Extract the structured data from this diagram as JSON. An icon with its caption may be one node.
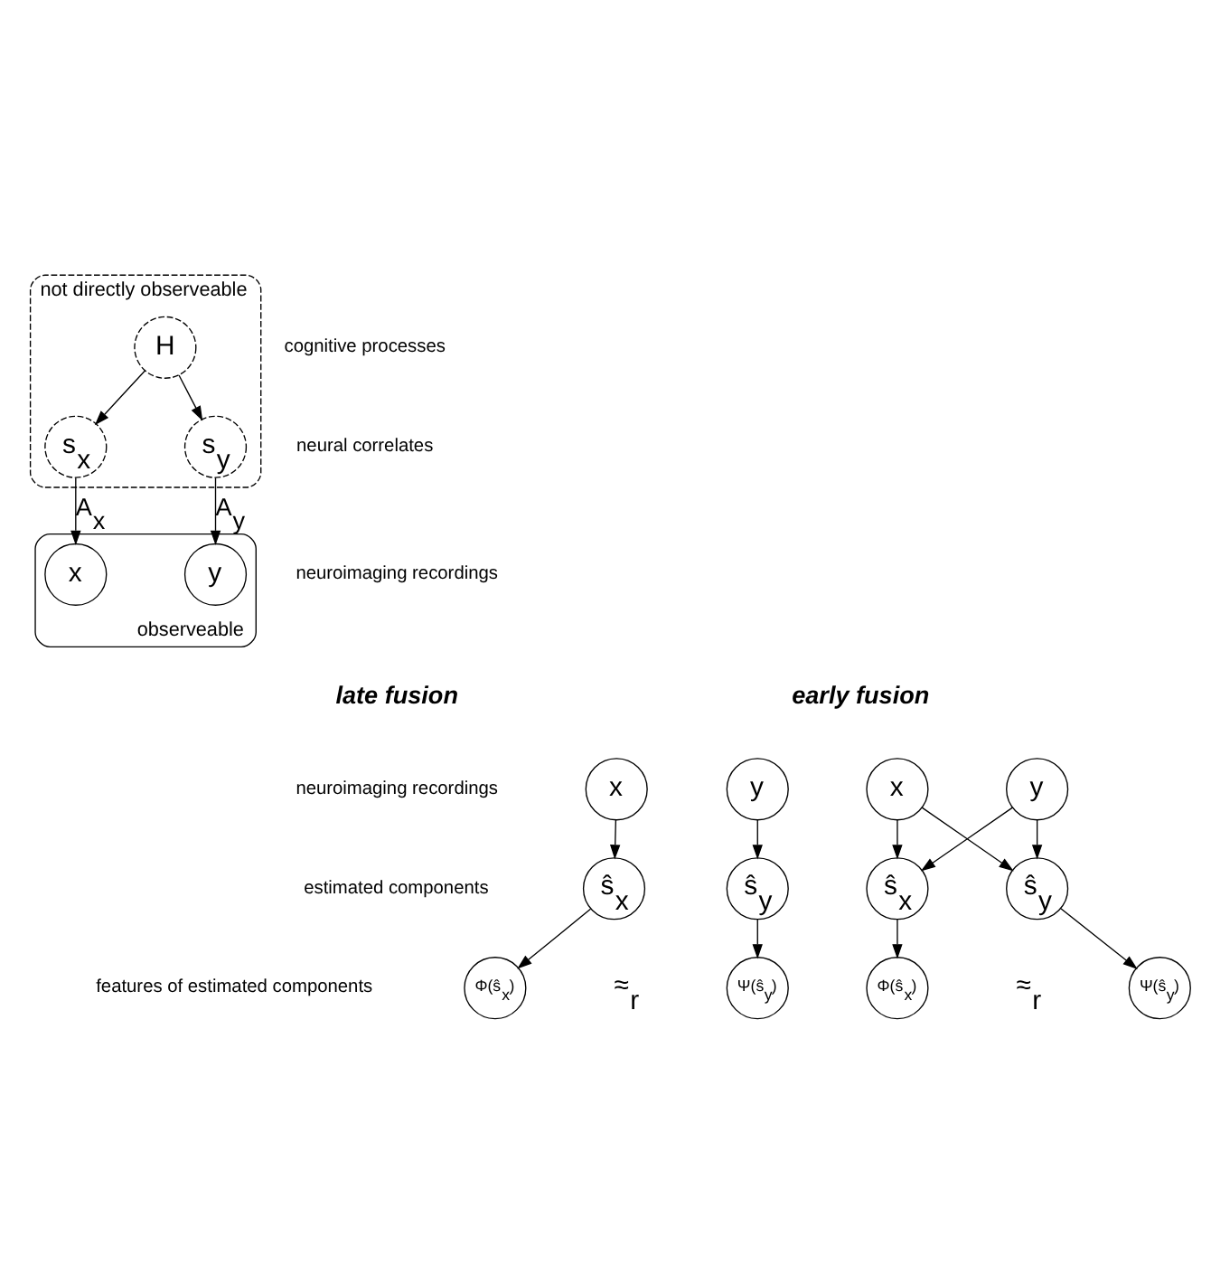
{
  "diagram": {
    "nodes": [
      {
        "text": [
          "not directly observeable"
        ]
      },
      {
        "text": [
          "H"
        ],
        "in": 0
      },
      {
        "text": [
          "s$_{x}$"
        ],
        "in": 0
      },
      {
        "text": [
          "s$_{y}$"
        ],
        "in": 0
      },
      {
        "text": [
          "observeable"
        ]
      },
      {
        "text": [
          "x"
        ],
        "in": 4
      },
      {
        "text": [
          "y"
        ],
        "in": 4
      },
      {
        "text": [
          "x"
        ]
      },
      {
        "text": [
          "y"
        ]
      },
      {
        "text": [
          "ŝ$_{x}$"
        ]
      },
      {
        "text": [
          "ŝ$_{y}$"
        ]
      },
      {
        "text": [
          "Φ(ŝ$_{x}$)"
        ]
      },
      {
        "text": [
          "Ψ(ŝ$_{y}$)"
        ]
      },
      {
        "text": [
          "x"
        ]
      },
      {
        "text": [
          "y"
        ]
      },
      {
        "text": [
          "ŝ$_{x}$"
        ]
      },
      {
        "text": [
          "ŝ$_{y}$"
        ]
      },
      {
        "text": [
          "Φ(ŝ$_{x}$)"
        ]
      },
      {
        "text": [
          "Ψ(ŝ$_{y}$)"
        ]
      }
    ],
    "edges": [
      {
        "from": 1,
        "to": 2,
        "arrow": "to"
      },
      {
        "from": 1,
        "to": 3,
        "arrow": "to"
      },
      {
        "from": 2,
        "to": 5,
        "arrow": "to",
        "label": "A$_{x}$"
      },
      {
        "from": 3,
        "to": 6,
        "arrow": "to",
        "label": "A$_{y}$"
      },
      {
        "from": 7,
        "to": 9,
        "arrow": "to"
      },
      {
        "from": 8,
        "to": 10,
        "arrow": "to"
      },
      {
        "from": 9,
        "to": 11,
        "arrow": "to"
      },
      {
        "from": 10,
        "to": 12,
        "arrow": "to"
      },
      {
        "from": 13,
        "to": 15,
        "arrow": "to"
      },
      {
        "from": 13,
        "to": 16,
        "arrow": "to"
      },
      {
        "from": 14,
        "to": 15,
        "arrow": "to"
      },
      {
        "from": 14,
        "to": 16,
        "arrow": "to"
      },
      {
        "from": 15,
        "to": 17,
        "arrow": "to"
      },
      {
        "from": 16,
        "to": 18,
        "arrow": "to"
      }
    ],
    "labels": [
      "cognitive processes",
      "neural correlates",
      "neuroimaging recordings",
      "late fusion",
      "early fusion",
      "neuroimaging recordings",
      "estimated components",
      "features of estimated components",
      "≈$_{r}$",
      "≈$_{r}$"
    ]
  }
}
